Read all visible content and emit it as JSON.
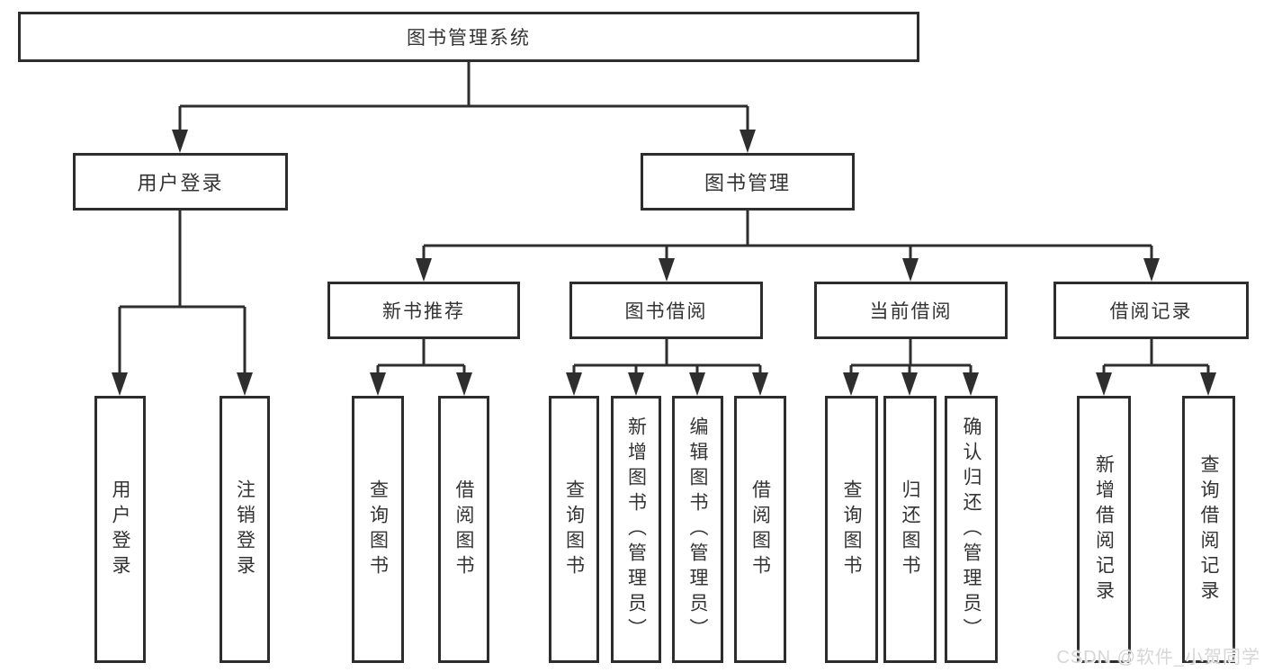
{
  "tree": {
    "root": {
      "label": "图书管理系统",
      "children": [
        {
          "label": "用户登录",
          "children": [
            {
              "label": "用户登录"
            },
            {
              "label": "注销登录"
            }
          ]
        },
        {
          "label": "图书管理",
          "children": [
            {
              "label": "新书推荐",
              "children": [
                {
                  "label": "查询图书"
                },
                {
                  "label": "借阅图书"
                }
              ]
            },
            {
              "label": "图书借阅",
              "children": [
                {
                  "label": "查询图书"
                },
                {
                  "label": "新增图书（管理员）"
                },
                {
                  "label": "编辑图书（管理员）"
                },
                {
                  "label": "借阅图书"
                }
              ]
            },
            {
              "label": "当前借阅",
              "children": [
                {
                  "label": "查询图书"
                },
                {
                  "label": "归还图书"
                },
                {
                  "label": "确认归还（管理员）"
                }
              ]
            },
            {
              "label": "借阅记录",
              "children": [
                {
                  "label": "新增借阅记录"
                },
                {
                  "label": "查询借阅记录"
                }
              ]
            }
          ]
        }
      ]
    }
  },
  "watermark": {
    "text": "CSDN @软件_小贺同学"
  },
  "colors": {
    "line": "#2e2e2e",
    "box_border": "#2d2d2d",
    "text": "#333333",
    "background": "#ffffff",
    "watermark": "#d6d6d6"
  }
}
